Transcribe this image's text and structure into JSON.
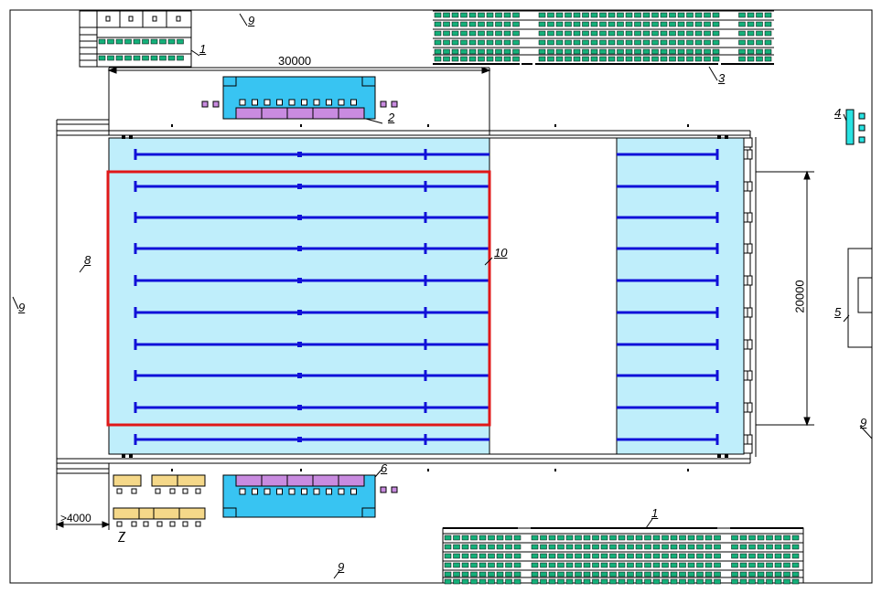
{
  "dimensions": {
    "length": "30000",
    "width": "20000",
    "gap": ">4000"
  },
  "callouts": {
    "n1_top": "1",
    "n1_bottom": "1",
    "n2": "2",
    "n3": "3",
    "n4": "4",
    "n5": "5",
    "n6": "6",
    "n7": "7",
    "n8": "8",
    "n9_top": "9",
    "n9_left": "9",
    "n9_right": "9",
    "n9_bottom": "9",
    "n10": "10"
  },
  "colors": {
    "pool_water": "#bfeefb",
    "lane_rope": "#1010d8",
    "seats": "#15b07a",
    "highlight_frame": "#e01818",
    "starting_block_unit": "#38c4f2",
    "officials_table": "#c98be0",
    "tables": "#f5d889",
    "scoreboard": "#29e3e3"
  }
}
